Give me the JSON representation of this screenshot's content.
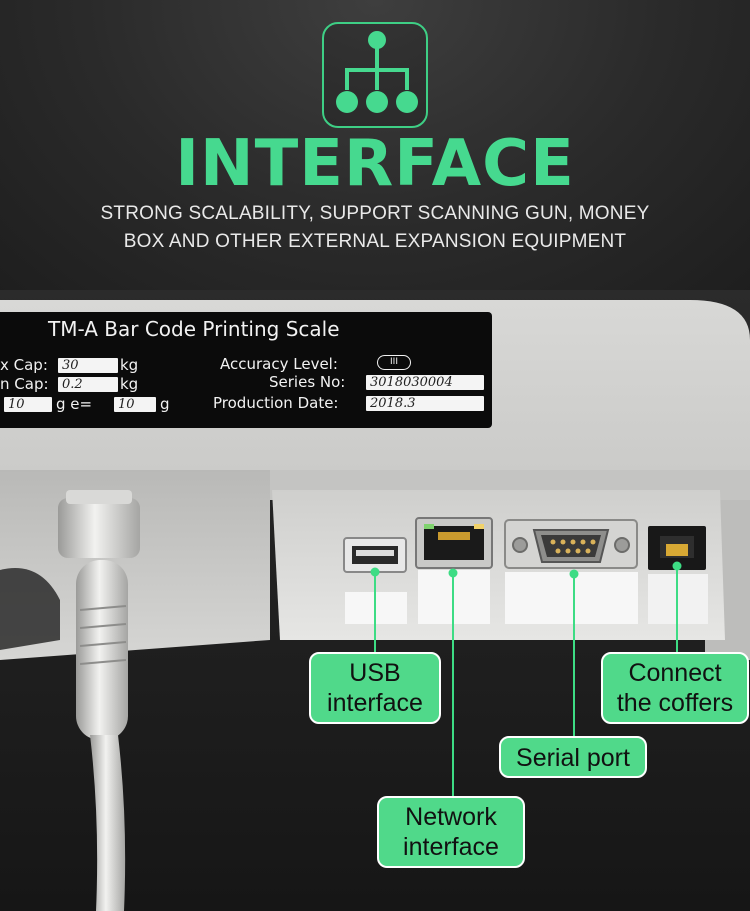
{
  "header": {
    "icon": "hierarchy-network-icon",
    "title": "INTERFACE",
    "subtitle_line1": "STRONG SCALABILITY, SUPPORT SCANNING GUN, MONEY",
    "subtitle_line2": "BOX AND OTHER EXTERNAL EXPANSION EQUIPMENT"
  },
  "colors": {
    "accent": "#46d98f",
    "callout_fill": "#50d98a",
    "background": "#1c1c1c"
  },
  "label_plate": {
    "title": "TM-A Bar Code Printing Scale",
    "max_cap_label": "x Cap:",
    "max_cap_value": "30",
    "max_cap_unit": "kg",
    "min_cap_label": "n Cap:",
    "min_cap_value": "0.2",
    "min_cap_unit": "kg",
    "d_value": "10",
    "d_unit": "g  e=",
    "e_value": "10",
    "e_unit": "g",
    "accuracy_label": "Accuracy Level:",
    "accuracy_value": "III",
    "series_label": "Series No:",
    "series_value": "3018030004",
    "production_label": "Production Date:",
    "production_value": "2018.3"
  },
  "callouts": {
    "usb": {
      "line1": "USB",
      "line2": "interface"
    },
    "network": {
      "line1": "Network",
      "line2": "interface"
    },
    "serial": {
      "line1": "Serial port"
    },
    "coffers": {
      "line1": "Connect",
      "line2": "the coffers"
    }
  }
}
